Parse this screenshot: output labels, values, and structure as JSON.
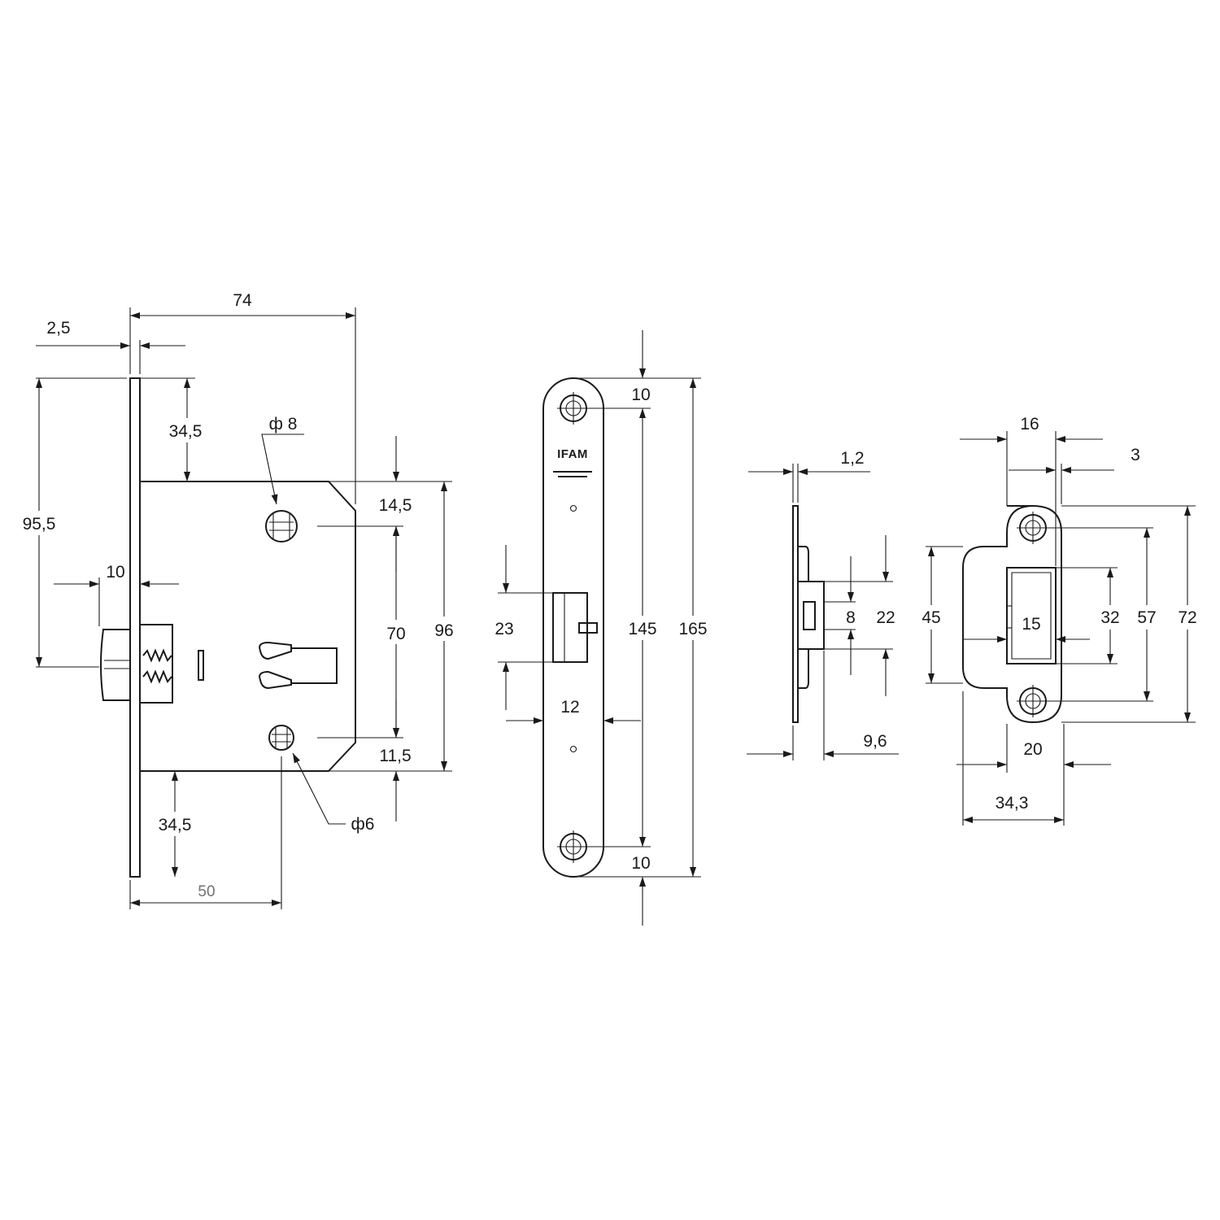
{
  "colors": {
    "line": "#1a1a1a",
    "background": "#ffffff",
    "muted": "#707070"
  },
  "icons": [
    "screw-hole-icon",
    "arrow-icon",
    "keyhole-icon"
  ],
  "logo_text": "IFAM",
  "lock_body": {
    "dim_74": "74",
    "dim_2_5": "2,5",
    "dim_34_5_top": "34,5",
    "dim_95_5": "95,5",
    "dim_10": "10",
    "dia_8": "ф 8",
    "dim_14_5": "14,5",
    "dim_70": "70",
    "dim_96": "96",
    "dim_11_5": "11,5",
    "dia_6": "ф6",
    "dim_34_5_bottom": "34,5",
    "dim_50": "50"
  },
  "faceplate": {
    "dim_10_top": "10",
    "dim_145": "145",
    "dim_165": "165",
    "dim_23": "23",
    "dim_12": "12",
    "dim_10_bottom": "10"
  },
  "strike_side": {
    "dim_1_2": "1,2",
    "dim_8": "8",
    "dim_22": "22",
    "dim_9_6": "9,6"
  },
  "strike_plate": {
    "dim_16": "16",
    "dim_3": "3",
    "dim_45": "45",
    "dim_15": "15",
    "dim_32": "32",
    "dim_57": "57",
    "dim_72": "72",
    "dim_20": "20",
    "dim_34_3": "34,3"
  }
}
